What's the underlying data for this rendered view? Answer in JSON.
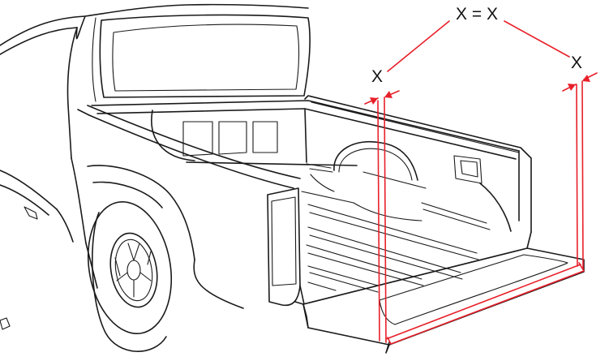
{
  "labels": {
    "equation": "X = X",
    "left_marker": "X",
    "right_marker": "X"
  },
  "colors": {
    "line": "#1a1a1a",
    "measurement": "#e8202a",
    "background": "#ffffff"
  }
}
